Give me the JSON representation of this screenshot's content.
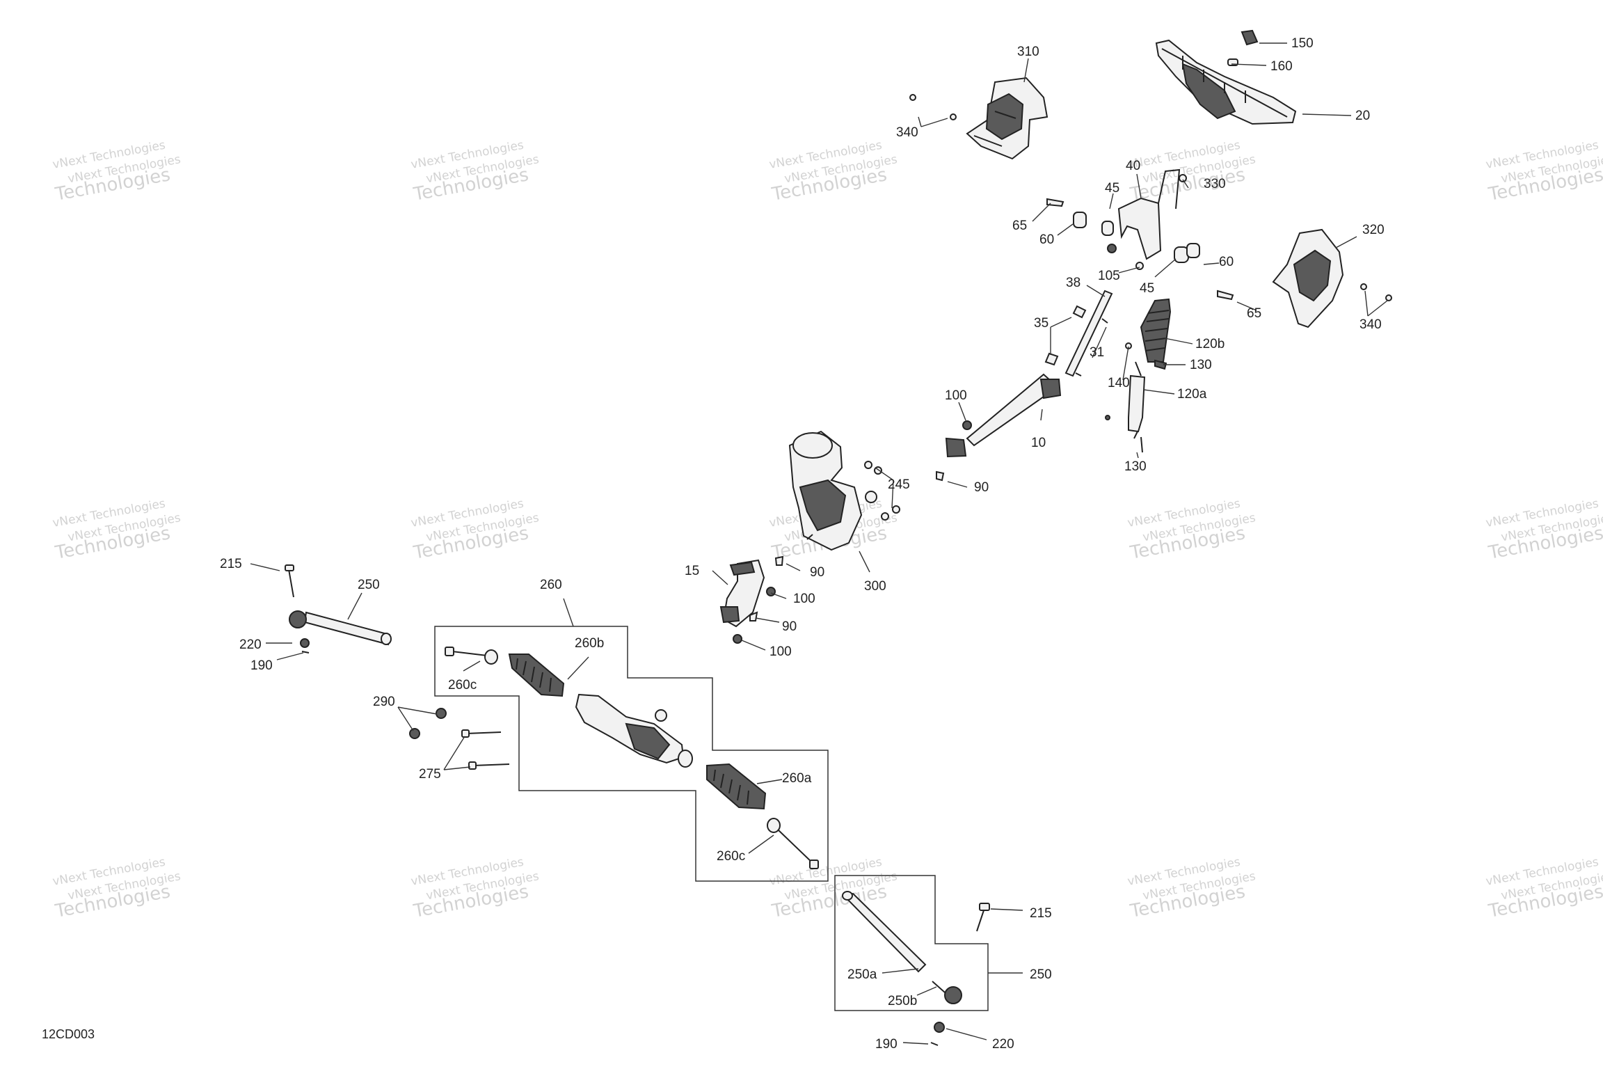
{
  "diagram": {
    "drawing_code": "12CD003",
    "watermark": {
      "line1": "vNext Technologies",
      "line2": "vNext Technologies",
      "line3": "Technologies"
    },
    "callouts": [
      {
        "id": "c150",
        "text": "150"
      },
      {
        "id": "c160",
        "text": "160"
      },
      {
        "id": "c20",
        "text": "20"
      },
      {
        "id": "c310",
        "text": "310"
      },
      {
        "id": "c340a",
        "text": "340"
      },
      {
        "id": "c40",
        "text": "40"
      },
      {
        "id": "c330",
        "text": "330"
      },
      {
        "id": "c45a",
        "text": "45"
      },
      {
        "id": "c65a",
        "text": "65"
      },
      {
        "id": "c60a",
        "text": "60"
      },
      {
        "id": "c105",
        "text": "105"
      },
      {
        "id": "c45b",
        "text": "45"
      },
      {
        "id": "c60b",
        "text": "60"
      },
      {
        "id": "c320",
        "text": "320"
      },
      {
        "id": "c65b",
        "text": "65"
      },
      {
        "id": "c340b",
        "text": "340"
      },
      {
        "id": "c38",
        "text": "38"
      },
      {
        "id": "c35",
        "text": "35"
      },
      {
        "id": "c31",
        "text": "31"
      },
      {
        "id": "c120b",
        "text": "120b"
      },
      {
        "id": "c130a",
        "text": "130"
      },
      {
        "id": "c140",
        "text": "140"
      },
      {
        "id": "c120a",
        "text": "120a"
      },
      {
        "id": "c100a",
        "text": "100"
      },
      {
        "id": "c10",
        "text": "10"
      },
      {
        "id": "c130b",
        "text": "130"
      },
      {
        "id": "c245",
        "text": "245"
      },
      {
        "id": "c90a",
        "text": "90"
      },
      {
        "id": "c300",
        "text": "300"
      },
      {
        "id": "c15",
        "text": "15"
      },
      {
        "id": "c90b",
        "text": "90"
      },
      {
        "id": "c100b",
        "text": "100"
      },
      {
        "id": "c90c",
        "text": "90"
      },
      {
        "id": "c100c",
        "text": "100"
      },
      {
        "id": "c215a",
        "text": "215"
      },
      {
        "id": "c250a",
        "text": "250"
      },
      {
        "id": "c220a",
        "text": "220"
      },
      {
        "id": "c190a",
        "text": "190"
      },
      {
        "id": "c260",
        "text": "260"
      },
      {
        "id": "c260b",
        "text": "260b"
      },
      {
        "id": "c260c1",
        "text": "260c"
      },
      {
        "id": "c290",
        "text": "290"
      },
      {
        "id": "c275",
        "text": "275"
      },
      {
        "id": "c260a",
        "text": "260a"
      },
      {
        "id": "c260c2",
        "text": "260c"
      },
      {
        "id": "c215b",
        "text": "215"
      },
      {
        "id": "c250b",
        "text": "250"
      },
      {
        "id": "c250a2",
        "text": "250a"
      },
      {
        "id": "c250b2",
        "text": "250b"
      },
      {
        "id": "c190b",
        "text": "190"
      },
      {
        "id": "c220b",
        "text": "220"
      }
    ]
  }
}
